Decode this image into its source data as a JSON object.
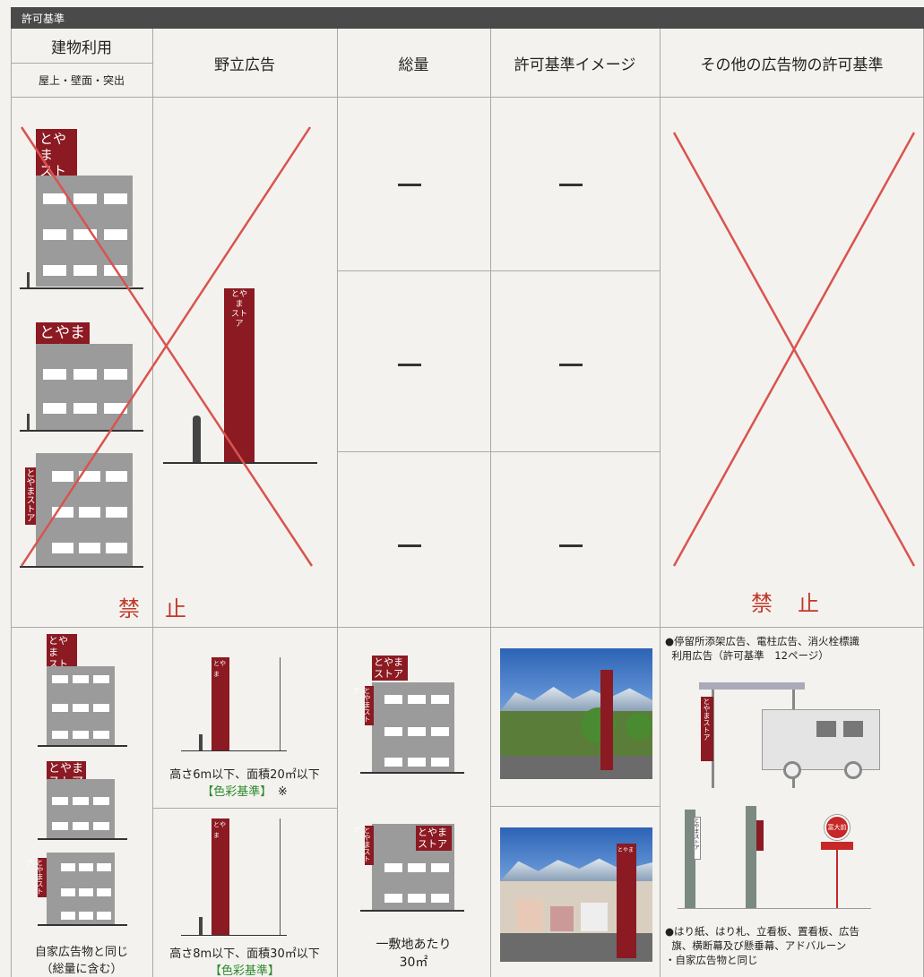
{
  "section_title": "許可基準",
  "headers": {
    "building_use": "建物利用",
    "building_use_sub": "屋上・壁面・突出",
    "freestanding": "野立広告",
    "total": "総量",
    "image": "許可基準イメージ",
    "other": "その他の広告物の許可基準"
  },
  "prohibited_label": "禁止",
  "dash": "—",
  "sign_text": "とやまストア",
  "sign_line1": "とやま",
  "sign_line2": "ストア",
  "lower": {
    "building_caption_line1": "自家広告物と同じ",
    "building_caption_line2": "（総量に含む）",
    "freestanding_1_caption": "高さ6m以下、面積20㎡以下",
    "freestanding_1_link": "【色彩基準】",
    "freestanding_1_mark": "※",
    "freestanding_2_caption": "高さ8m以下、面積30㎡以下",
    "freestanding_2_link": "【色彩基準】",
    "total_caption_line1": "一敷地あたり",
    "total_caption_line2": "30㎡",
    "other_note_1_line1": "●停留所添架広告、電柱広告、消火栓標識",
    "other_note_1_line2": "利用広告（許可基準　12ページ）",
    "other_note_2_line1": "●はり紙、はり札、立看板、置看板、広告",
    "other_note_2_line2": "旗、横断幕及び懸垂幕、アドバルーン",
    "other_note_2_line3": "・自家広告物と同じ",
    "busstop_sign": "とやまストア",
    "round_sign_top": "富大前",
    "pole_label": "とやまストア"
  },
  "colors": {
    "sign_red": "#8b1a22",
    "cross_red": "#d9534f",
    "prohibited_red": "#c0392b",
    "building_gray": "#9b9b9b",
    "header_bar": "#4a4a4a",
    "link_green": "#2a8a2a"
  }
}
